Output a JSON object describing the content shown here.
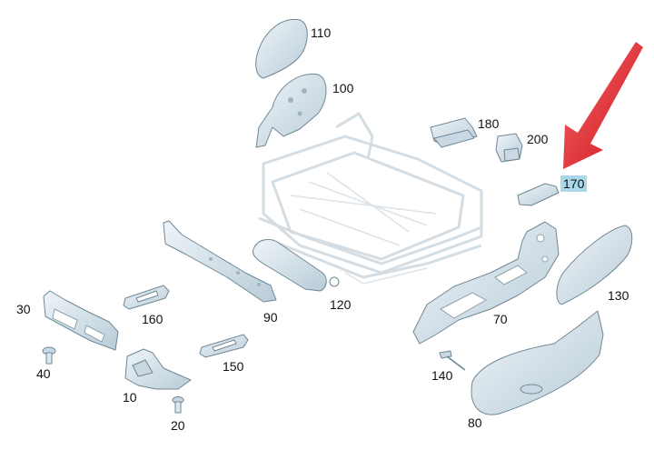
{
  "labels": {
    "p10": "10",
    "p20": "20",
    "p30": "30",
    "p40": "40",
    "p70": "70",
    "p80": "80",
    "p90": "90",
    "p100": "100",
    "p110": "110",
    "p120": "120",
    "p130": "130",
    "p140": "140",
    "p150": "150",
    "p160": "160",
    "p170": "170",
    "p180": "180",
    "p200": "200"
  },
  "colors": {
    "part_fill": "#dce8f0",
    "part_shade": "#b9ccd8",
    "highlight": "#a8d8ea",
    "arrow": "#e3191b"
  },
  "highlighted_part": "170"
}
